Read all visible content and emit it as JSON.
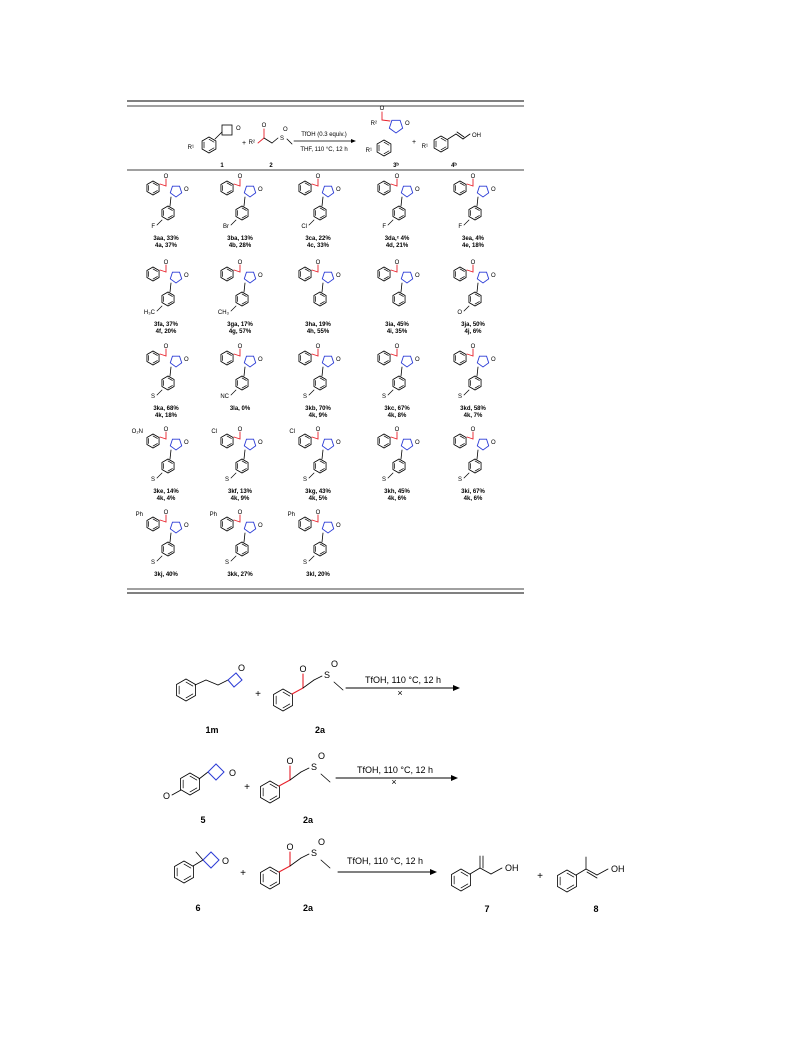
{
  "table": {
    "header": {
      "reactant1_label": "1",
      "reactant1_sub": "R¹",
      "reactant2_label": "2",
      "reactant2_sub": "R²",
      "plus": "+",
      "conditions_top": "TfOH (0.3 equiv.)",
      "conditions_bottom": "THF, 110 °C, 12 h",
      "product3_label": "3ᵇ",
      "product4_label": "4ᵇ",
      "product4_oh": "OH",
      "r_prefix": "R"
    },
    "rows": [
      [
        {
          "line1": "3aa, 33%",
          "line2": "4a, 37%",
          "sub": "F"
        },
        {
          "line1": "3ba, 13%",
          "line2": "4b, 28%",
          "sub": "Br"
        },
        {
          "line1": "3ca, 22%",
          "line2": "4c, 33%",
          "sub": "Cl"
        },
        {
          "line1": "3da,ᶜ 4%",
          "line2": "4d, 21%",
          "sub": "F"
        },
        {
          "line1": "3ea, 4%",
          "line2": "4e, 18%",
          "sub": "F"
        }
      ],
      [
        {
          "line1": "3fa, 37%",
          "line2": "4f, 20%",
          "sub": "H₃C"
        },
        {
          "line1": "3ga, 17%",
          "line2": "4g, 57%",
          "sub": "CH₃"
        },
        {
          "line1": "3ha, 19%",
          "line2": "4h, 55%",
          "sub": ""
        },
        {
          "line1": "3ia, 45%",
          "line2": "4i, 35%",
          "sub": ""
        },
        {
          "line1": "3ja, 50%",
          "line2": "4j, 6%",
          "sub": "O"
        }
      ],
      [
        {
          "line1": "3ka, 68%",
          "line2": "4k, 18%",
          "sub": "S"
        },
        {
          "line1": "3la, 0%",
          "line2": "",
          "sub": "NC"
        },
        {
          "line1": "3kb, 70%",
          "line2": "4k, 9%",
          "sub": "S"
        },
        {
          "line1": "3kc, 67%",
          "line2": "4k, 8%",
          "sub": "S"
        },
        {
          "line1": "3kd, 58%",
          "line2": "4k, 7%",
          "sub": "S"
        }
      ],
      [
        {
          "line1": "3ke, 14%",
          "line2": "4k, 4%",
          "sub": "S"
        },
        {
          "line1": "3kf, 13%",
          "line2": "4k, 9%",
          "sub": "S"
        },
        {
          "line1": "3kg, 43%",
          "line2": "4k, 5%",
          "sub": "S"
        },
        {
          "line1": "3kh, 45%",
          "line2": "4k, 6%",
          "sub": "S"
        },
        {
          "line1": "3ki, 67%",
          "line2": "4k, 6%",
          "sub": "S"
        }
      ],
      [
        {
          "line1": "3kj, 40%",
          "line2": "",
          "sub": "S"
        },
        {
          "line1": "3kk, 27%",
          "line2": "",
          "sub": "S"
        },
        {
          "line1": "3kl, 20%",
          "line2": "",
          "sub": "S"
        }
      ]
    ],
    "top_subs": [
      "",
      "",
      "",
      "",
      "",
      "",
      "",
      "",
      "",
      "",
      "",
      "",
      "",
      "",
      "",
      "O₂N",
      "Cl",
      "Cl",
      "",
      "",
      "Ph",
      "Ph",
      "Ph"
    ]
  },
  "controls": [
    {
      "reactant_label": "1m",
      "reagent_label": "2a",
      "conditions": "TfOH, 110 °C, 12 h",
      "result": "×"
    },
    {
      "reactant_label": "5",
      "reagent_label": "2a",
      "conditions": "TfOH, 110 °C, 12 h",
      "result": "×"
    },
    {
      "reactant_label": "6",
      "reagent_label": "2a",
      "conditions": "TfOH, 110 °C, 12 h",
      "product1_label": "7",
      "product2_label": "8",
      "oh1": "OH",
      "oh2": "OH"
    }
  ],
  "atoms": {
    "O": "O",
    "S": "S",
    "plus": "+"
  },
  "colors": {
    "carbonyl": "#e8202a",
    "ring": "#2b3bd6",
    "bond": "#000000"
  }
}
